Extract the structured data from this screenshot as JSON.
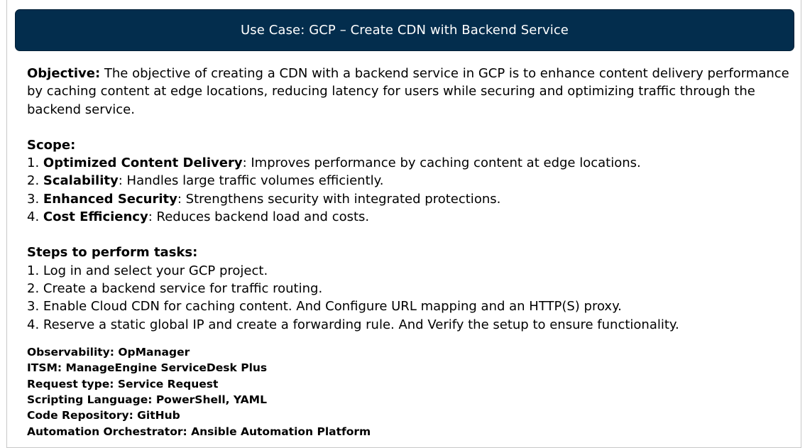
{
  "title": "Use Case: GCP – Create CDN with Backend Service",
  "objective": {
    "label": "Objective:",
    "text": "The objective of creating a CDN with a backend service in GCP is to enhance content delivery performance by caching content at edge locations, reducing latency for users while securing and optimizing traffic through the backend service."
  },
  "scope": {
    "heading": "Scope:",
    "items": [
      {
        "num": "1. ",
        "bold": "Optimized Content Delivery",
        "text": ": Improves performance by caching content at edge locations."
      },
      {
        "num": "2. ",
        "bold": "Scalability",
        "text": ": Handles large traffic volumes efficiently."
      },
      {
        "num": "3. ",
        "bold": "Enhanced Security",
        "text": ": Strengthens security with integrated protections."
      },
      {
        "num": "4. ",
        "bold": "Cost Efficiency",
        "text": ": Reduces backend load and costs."
      }
    ]
  },
  "steps": {
    "heading": "Steps to perform tasks:",
    "items": [
      "1. Log in and select your GCP project.",
      "2. Create a backend service for traffic routing.",
      "3. Enable Cloud CDN for caching content. And Configure URL mapping and an HTTP(S) proxy.",
      "4. Reserve a static global IP and create a forwarding rule. And Verify the setup to ensure functionality."
    ]
  },
  "meta": [
    "Observability: OpManager",
    "ITSM: ManageEngine ServiceDesk Plus",
    "Request type: Service Request",
    "Scripting Language: PowerShell, YAML",
    "Code Repository: GitHub",
    "Automation Orchestrator: Ansible Automation Platform"
  ]
}
